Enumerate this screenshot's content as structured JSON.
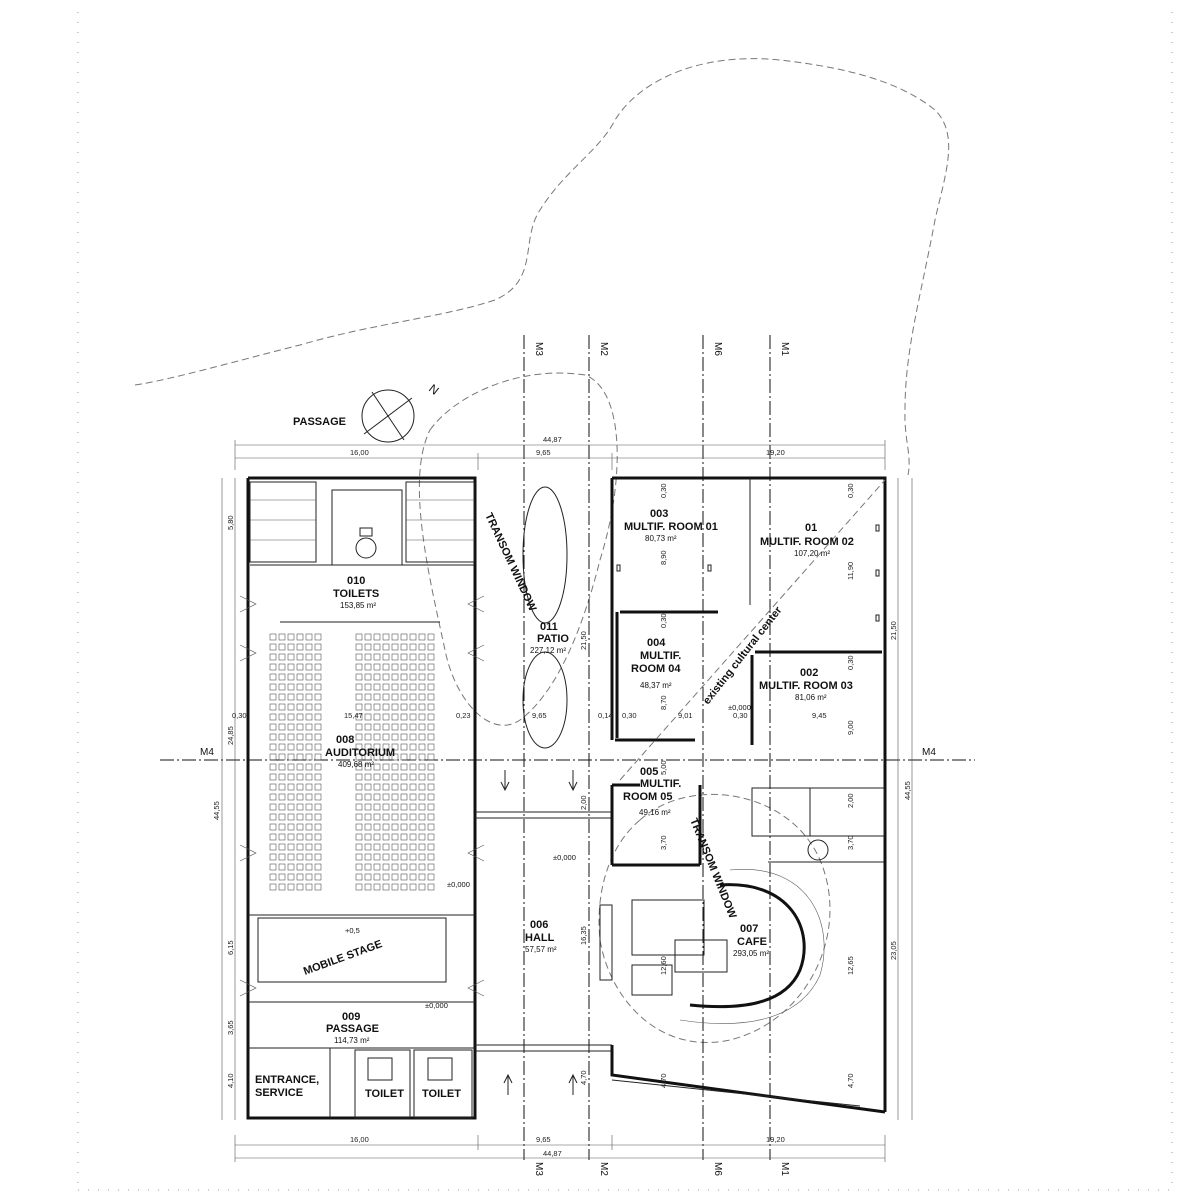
{
  "north_label": "N",
  "passage_top_label": "PASSAGE",
  "transom_window_label": "TRANSOM WINDOW",
  "existing_center_label": "existing cultural center",
  "mobile_stage_label": "MOBILE STAGE",
  "grid_axes": {
    "m3": "M3",
    "m2": "M2",
    "m6": "M6",
    "m1": "M1",
    "m4": "M4"
  },
  "rooms": {
    "r010": {
      "number": "010",
      "name": "TOILETS",
      "area": "153,85 m²"
    },
    "r008": {
      "number": "008",
      "name": "AUDITORIUM",
      "area": "409,68 m²"
    },
    "r009": {
      "number": "009",
      "name": "PASSAGE",
      "area": "114,73 m²"
    },
    "r011": {
      "number": "011",
      "name": "PATIO",
      "area": "227,12 m²"
    },
    "r006": {
      "number": "006",
      "name": "HALL",
      "area": "57,57 m²"
    },
    "r003": {
      "number": "003",
      "name": "MULTIF. ROOM 01",
      "area": "80,73 m²"
    },
    "r01": {
      "number": "01",
      "name": "MULTIF. ROOM 02",
      "area": "107,20 m²"
    },
    "r004": {
      "number": "004",
      "name_line1": "MULTIF.",
      "name_line2": "ROOM 04",
      "area": "48,37 m²"
    },
    "r002": {
      "number": "002",
      "name": "MULTIF. ROOM 03",
      "area": "81,06 m²"
    },
    "r005": {
      "number": "005",
      "name_line1": "MULTIF.",
      "name_line2": "ROOM 05",
      "area": "49,16 m²"
    },
    "r007": {
      "number": "007",
      "name": "CAFE",
      "area": "293,05 m²"
    },
    "entrance": {
      "line1": "ENTRANCE,",
      "line2": "SERVICE"
    },
    "toilet_a": "TOILET",
    "toilet_b": "TOILET"
  },
  "levels": {
    "aud": "±0,000",
    "stage": "+0,5",
    "passage": "±0,000",
    "hall": "±0,000",
    "east": "±0,000"
  },
  "dims": {
    "top_total": "44,87",
    "top_a": "16,00",
    "top_b": "9,65",
    "top_c": "19,20",
    "bot_total": "44,87",
    "bot_a": "16,00",
    "bot_b": "9,65",
    "bot_c": "19,20",
    "left_total": "44,55",
    "left_toilets": "5,80",
    "left_aud": "24,85",
    "left_stage": "6,15",
    "left_passage": "3,65",
    "left_entrance": "4,10",
    "right_total": "44,55",
    "right_upper": "21,50",
    "right_lower": "23,05",
    "aud_width": "15,47",
    "aud_w1": "0,30",
    "aud_w2": "0,23",
    "patio_w": "9,65",
    "patio_h": "21,50",
    "hall_h": "16,35",
    "hall_top": "2,00",
    "hall_bot": "4,70",
    "mid_a": "0,14",
    "mid_b": "0,30",
    "mid_c": "9,01",
    "mid_d": "0,30",
    "mid_e": "9,45",
    "r003_h": "8,90",
    "r003_t": "0,30",
    "r01_h": "11,90",
    "r01_t": "0,30",
    "r004_h": "8,70",
    "r004_t": "0,30",
    "r002_h": "9,00",
    "r002_t": "0,30",
    "r005_a": "5,00",
    "r005_b": "3,70",
    "cafe_h": "12,65",
    "cafe_core": "12,60",
    "east_a": "2,00",
    "east_b": "3,70",
    "bot_470a": "4,70",
    "bot_470b": "4,70"
  }
}
